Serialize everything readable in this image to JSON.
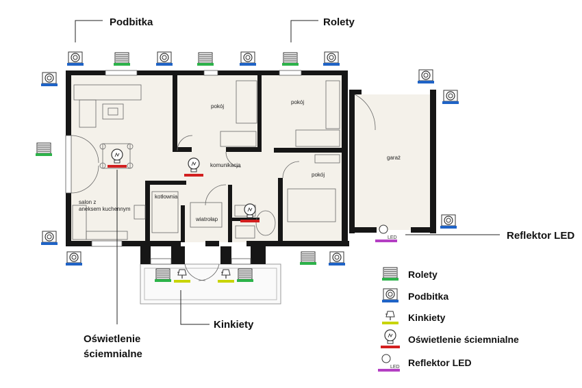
{
  "rooms": {
    "living": "salon z",
    "living2": "aneksem kuchennym",
    "room_a": "pokój",
    "room_b": "pokój",
    "room_c": "pokój",
    "corridor": "komunikacja",
    "boiler": "kotłownia",
    "windbreak": "wiatrołap",
    "garage": "garaż",
    "led_tag": "LED"
  },
  "callouts": {
    "podbitka": "Podbitka",
    "rolety": "Rolety",
    "reflektor": "Reflektor LED",
    "kinkiety": "Kinkiety",
    "oswietlenie_1": "Oświetlenie",
    "oswietlenie_2": "ściemnialne"
  },
  "legend": [
    {
      "label": "Rolety",
      "color": "#2db34a",
      "icon": "roller-blind-icon"
    },
    {
      "label": "Podbitka",
      "color": "#1f63c6",
      "icon": "soffit-light-icon"
    },
    {
      "label": "Kinkiety",
      "color": "#c8d400",
      "icon": "wall-lamp-icon"
    },
    {
      "label": "Oświetlenie ściemnialne",
      "color": "#d21f1f",
      "icon": "dimmable-bulb-icon"
    },
    {
      "label": "Reflektor LED",
      "color": "#b43fc3",
      "icon": "led-reflector-icon"
    }
  ],
  "colors": {
    "rolety": "#2db34a",
    "podbitka": "#1f63c6",
    "kinkiety": "#c8d400",
    "oswietlenie": "#d21f1f",
    "reflektor": "#b43fc3",
    "floor": "#f4f1ea",
    "wall": "#161616"
  }
}
